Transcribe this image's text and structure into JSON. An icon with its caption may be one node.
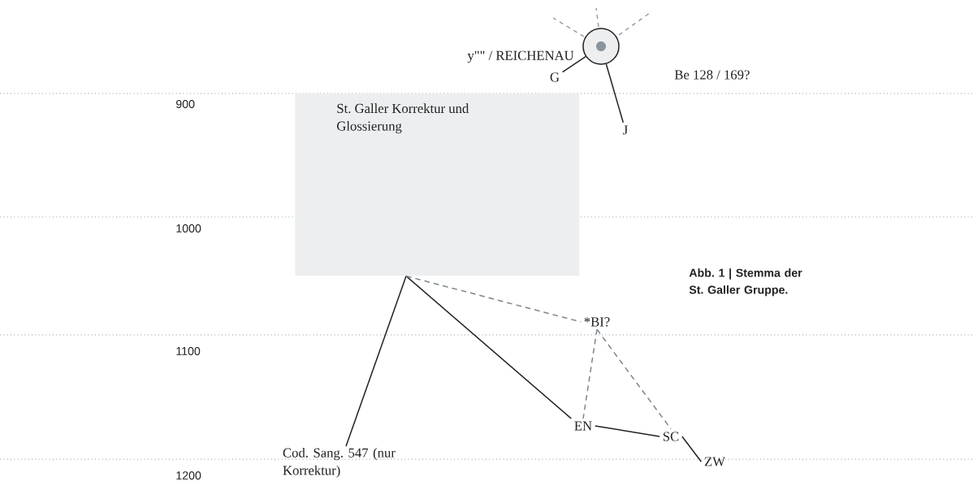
{
  "diagram": {
    "caption": "Abb. 1 | Stemma der St. Galler Gruppe.",
    "nodes": [
      {
        "text": [],
        "shape": "circle",
        "beside": [
          "y\"\" / REICHENAU"
        ]
      },
      {
        "text": [
          "G"
        ]
      },
      {
        "text": [
          "J"
        ]
      },
      {
        "text": [
          "St. Galler Korrektur und Glossierung"
        ]
      },
      {
        "text": [
          "*BI?"
        ]
      },
      {
        "text": [
          "Cod. Sang. 547 (nur Korrektur)"
        ]
      },
      {
        "text": [
          "EN"
        ]
      },
      {
        "text": [
          "SC"
        ]
      },
      {
        "text": [
          "ZW"
        ]
      }
    ],
    "edges": [
      {
        "from": 0,
        "to": 1,
        "arrow": "none"
      },
      {
        "from": 0,
        "to": 2,
        "arrow": "none"
      },
      {
        "from": 3,
        "to": 5,
        "arrow": "none"
      },
      {
        "from": 3,
        "to": 6,
        "arrow": "none"
      },
      {
        "from": 3,
        "to": 4,
        "arrow": "none",
        "style": "dashed",
        "color": "#7b868e"
      },
      {
        "from": 4,
        "to": 6,
        "arrow": "none",
        "style": "dashed",
        "color": "#7b868e"
      },
      {
        "from": 4,
        "to": 7,
        "arrow": "none",
        "style": "dashed",
        "color": "#7b868e"
      },
      {
        "from": 6,
        "to": 7,
        "arrow": "none"
      },
      {
        "from": 7,
        "to": 8,
        "arrow": "none"
      }
    ],
    "labels": [
      "Be 128 / 169?",
      "900",
      "1000",
      "1100",
      "1200"
    ]
  }
}
